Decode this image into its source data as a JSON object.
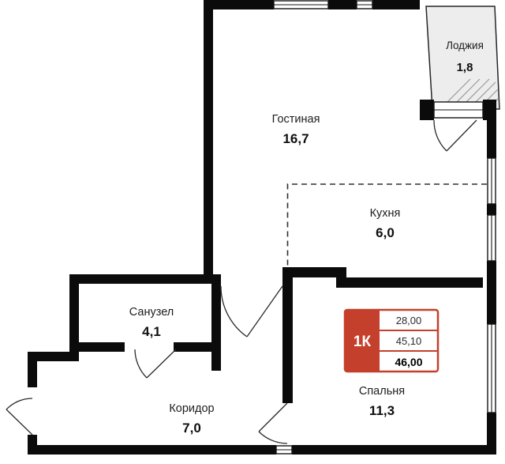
{
  "plan": {
    "rooms": [
      {
        "id": "loggia",
        "label": "Лоджия",
        "area": "1,8"
      },
      {
        "id": "living",
        "label": "Гостиная",
        "area": "16,7"
      },
      {
        "id": "kitchen",
        "label": "Кухня",
        "area": "6,0"
      },
      {
        "id": "bathroom",
        "label": "Санузел",
        "area": "4,1"
      },
      {
        "id": "corridor",
        "label": "Коридор",
        "area": "7,0"
      },
      {
        "id": "bedroom",
        "label": "Спальня",
        "area": "11,3"
      }
    ],
    "badge": {
      "label": "1К",
      "values": [
        "28,00",
        "45,10",
        "46,00"
      ]
    },
    "colors": {
      "wall": "#0b0b0b",
      "badge_red": "#c5402c",
      "loggia_fill": "#ededed"
    }
  }
}
